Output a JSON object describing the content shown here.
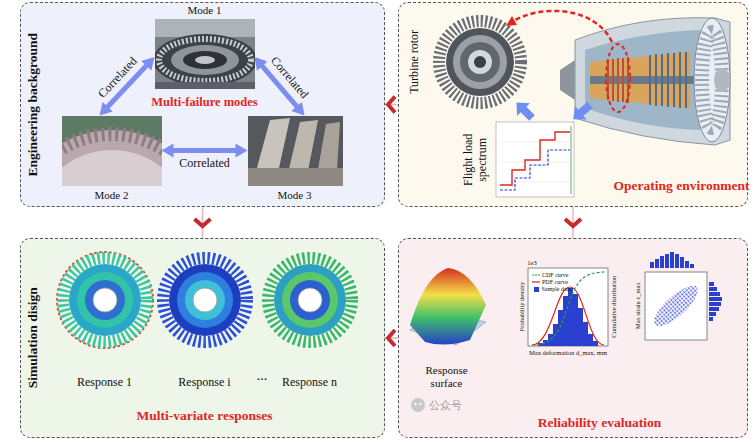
{
  "diagram": {
    "nodes": [
      {
        "text": [
          "Engineering background",
          "Multi-failure modes"
        ]
      },
      {
        "text": [
          "Mode 1"
        ],
        "in": 0
      },
      {
        "text": [
          "Mode 2"
        ],
        "in": 0
      },
      {
        "text": [
          "Mode 3"
        ],
        "in": 0
      },
      {
        "text": [
          "Operating environment"
        ]
      },
      {
        "text": [
          "Turbine rotor"
        ],
        "in": 4
      },
      {
        "text": [
          "Flight load spectrum"
        ],
        "in": 4
      },
      {
        "text": [
          "Simulation disign",
          "Multi-variate responses"
        ]
      },
      {
        "text": [
          "Response 1"
        ],
        "in": 7
      },
      {
        "text": [
          "Response i"
        ],
        "in": 7
      },
      {
        "text": [
          "Response n"
        ],
        "in": 7
      },
      {
        "text": [
          "Reliability evaluation"
        ]
      },
      {
        "text": [
          "Response surface"
        ],
        "in": 11
      }
    ],
    "edges": [
      {
        "from": 1,
        "to": 2,
        "label": "Correlated",
        "arrow": "both"
      },
      {
        "from": 1,
        "to": 3,
        "label": "Correlated",
        "arrow": "both"
      },
      {
        "from": 2,
        "to": 3,
        "label": "Correlated",
        "arrow": "both"
      },
      {
        "from": 4,
        "to": 0,
        "arrow": "to"
      },
      {
        "from": 0,
        "to": 7,
        "arrow": "to"
      },
      {
        "from": 4,
        "to": 11,
        "arrow": "to"
      },
      {
        "from": 11,
        "to": 7,
        "arrow": "to"
      }
    ],
    "labels": [
      "...",
      "Probability density",
      "Cumulative distribution",
      "Max deformation d_max, mm",
      "1e3",
      "Max strain ε_max",
      "公众号"
    ],
    "legend": [
      {
        "text": "CDF curve"
      },
      {
        "text": "PDF curve"
      },
      {
        "text": "Sample data",
        "color": "#2b3fd1"
      }
    ]
  }
}
